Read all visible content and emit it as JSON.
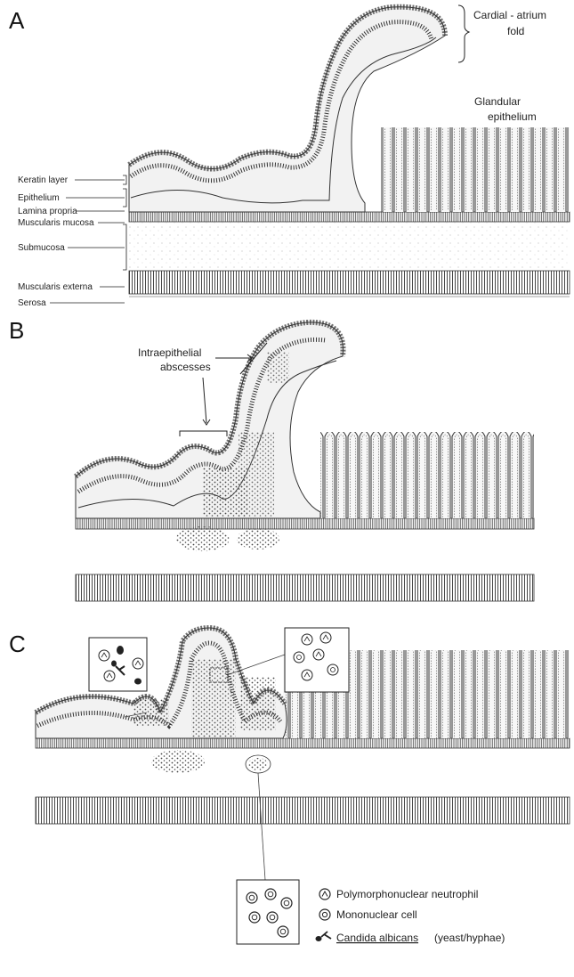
{
  "panels": {
    "a": {
      "letter": "A",
      "cardial_fold": [
        "Cardial - atrium",
        "fold"
      ],
      "glandular": [
        "Glandular",
        "epithelium"
      ],
      "layers": [
        "Keratin layer",
        "Epithelium",
        "Lamina propria",
        "Muscularis mucosa",
        "Submucosa",
        "Muscularis externa",
        "Serosa"
      ]
    },
    "b": {
      "letter": "B",
      "abscess_label": [
        "Intraepithelial",
        "abscesses"
      ]
    },
    "c": {
      "letter": "C"
    }
  },
  "legend": {
    "neutrophil": "Polymorphonuclear neutrophil",
    "mononuclear": "Mononuclear cell",
    "candida_name": "Candida albicans",
    "candida_note": "(yeast/hyphae)"
  }
}
